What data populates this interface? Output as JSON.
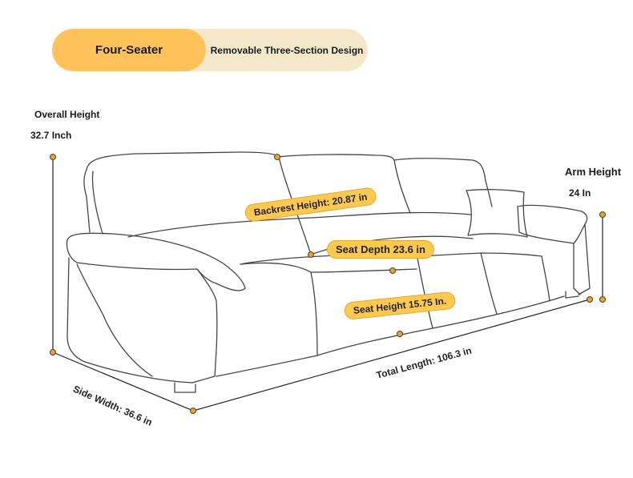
{
  "tabs": {
    "active_label": "Four-Seater",
    "inactive_label": "Removable Three-Section Design",
    "active_color": "#ffc15a",
    "inactive_color": "#f5e7c9"
  },
  "dimensions": {
    "overall_height_label": "Overall Height",
    "overall_height_value": "32.7 Inch",
    "arm_height_label": "Arm Height",
    "arm_height_value": "24 In",
    "backrest_height": "Backrest Height: 20.87 in",
    "seat_depth": "Seat Depth 23.6 in",
    "seat_height": "Seat Height 15.75 In.",
    "total_length": "Total Length: 106.3 in",
    "side_width": "Side Width: 36.6 in"
  },
  "colors": {
    "accent": "#ffc94f",
    "dot": "#f2a01f",
    "line": "#333333"
  }
}
